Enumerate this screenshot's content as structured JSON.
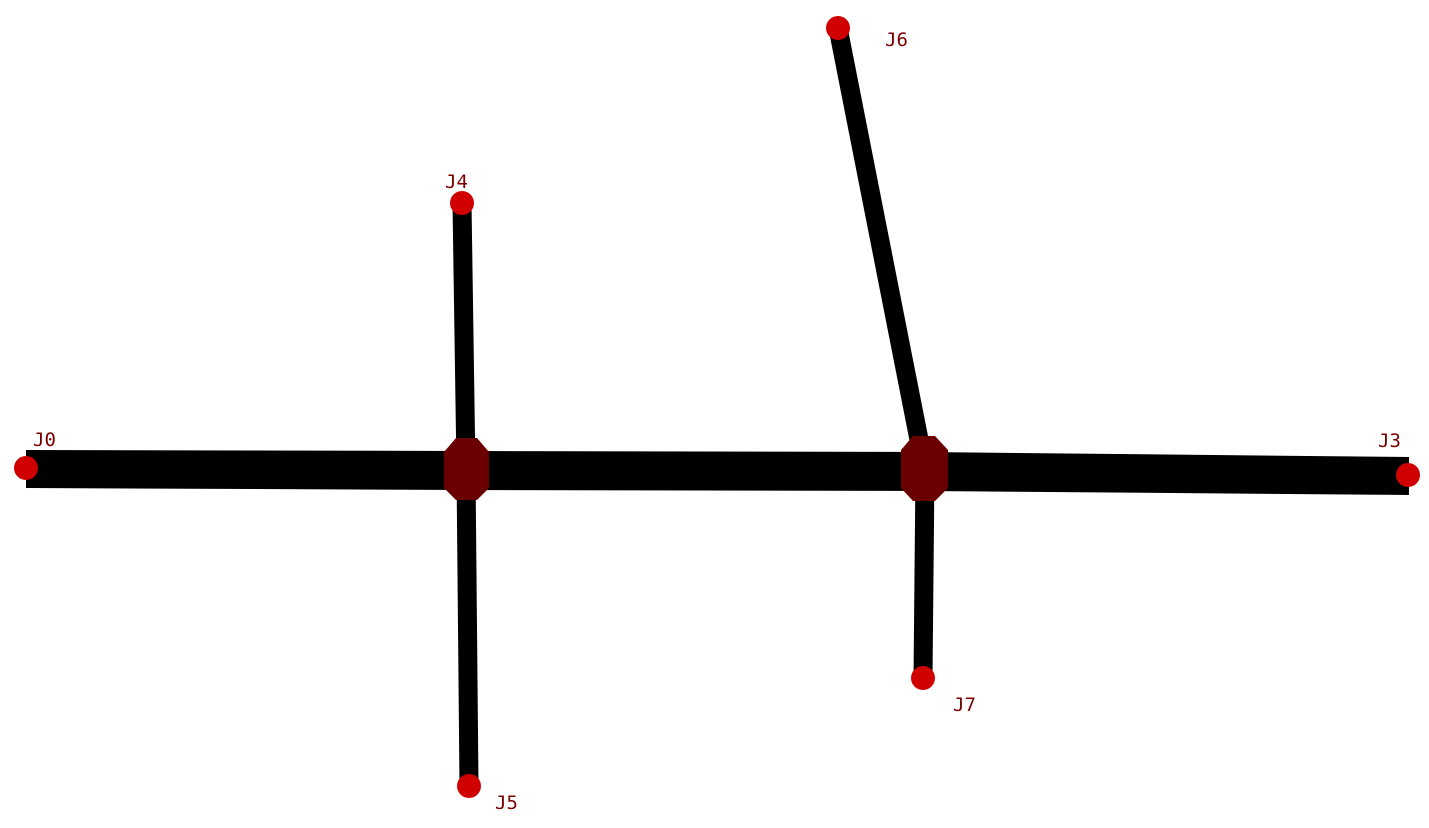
{
  "diagram": {
    "colors": {
      "background": "#ffffff",
      "road": "#000000",
      "endpoint": "#d10000",
      "intersection": "#6b0000",
      "label": "#7a0000"
    },
    "nodes": [
      {
        "id": "n0",
        "label": "J0",
        "kind": "endpoint"
      },
      {
        "id": "n1",
        "label": "",
        "kind": "intersection"
      },
      {
        "id": "n2",
        "label": "",
        "kind": "intersection"
      },
      {
        "id": "n3",
        "label": "J3",
        "kind": "endpoint"
      },
      {
        "id": "n4",
        "label": "J4",
        "kind": "endpoint"
      },
      {
        "id": "n5",
        "label": "J5",
        "kind": "endpoint"
      },
      {
        "id": "n6",
        "label": "J6",
        "kind": "endpoint"
      },
      {
        "id": "n7",
        "label": "J7",
        "kind": "endpoint"
      }
    ],
    "edges": [
      {
        "from": "n0",
        "to": "n1"
      },
      {
        "from": "n1",
        "to": "n2"
      },
      {
        "from": "n2",
        "to": "n3"
      },
      {
        "from": "n4",
        "to": "n1"
      },
      {
        "from": "n1",
        "to": "n5"
      },
      {
        "from": "n6",
        "to": "n2"
      },
      {
        "from": "n2",
        "to": "n7"
      }
    ]
  }
}
